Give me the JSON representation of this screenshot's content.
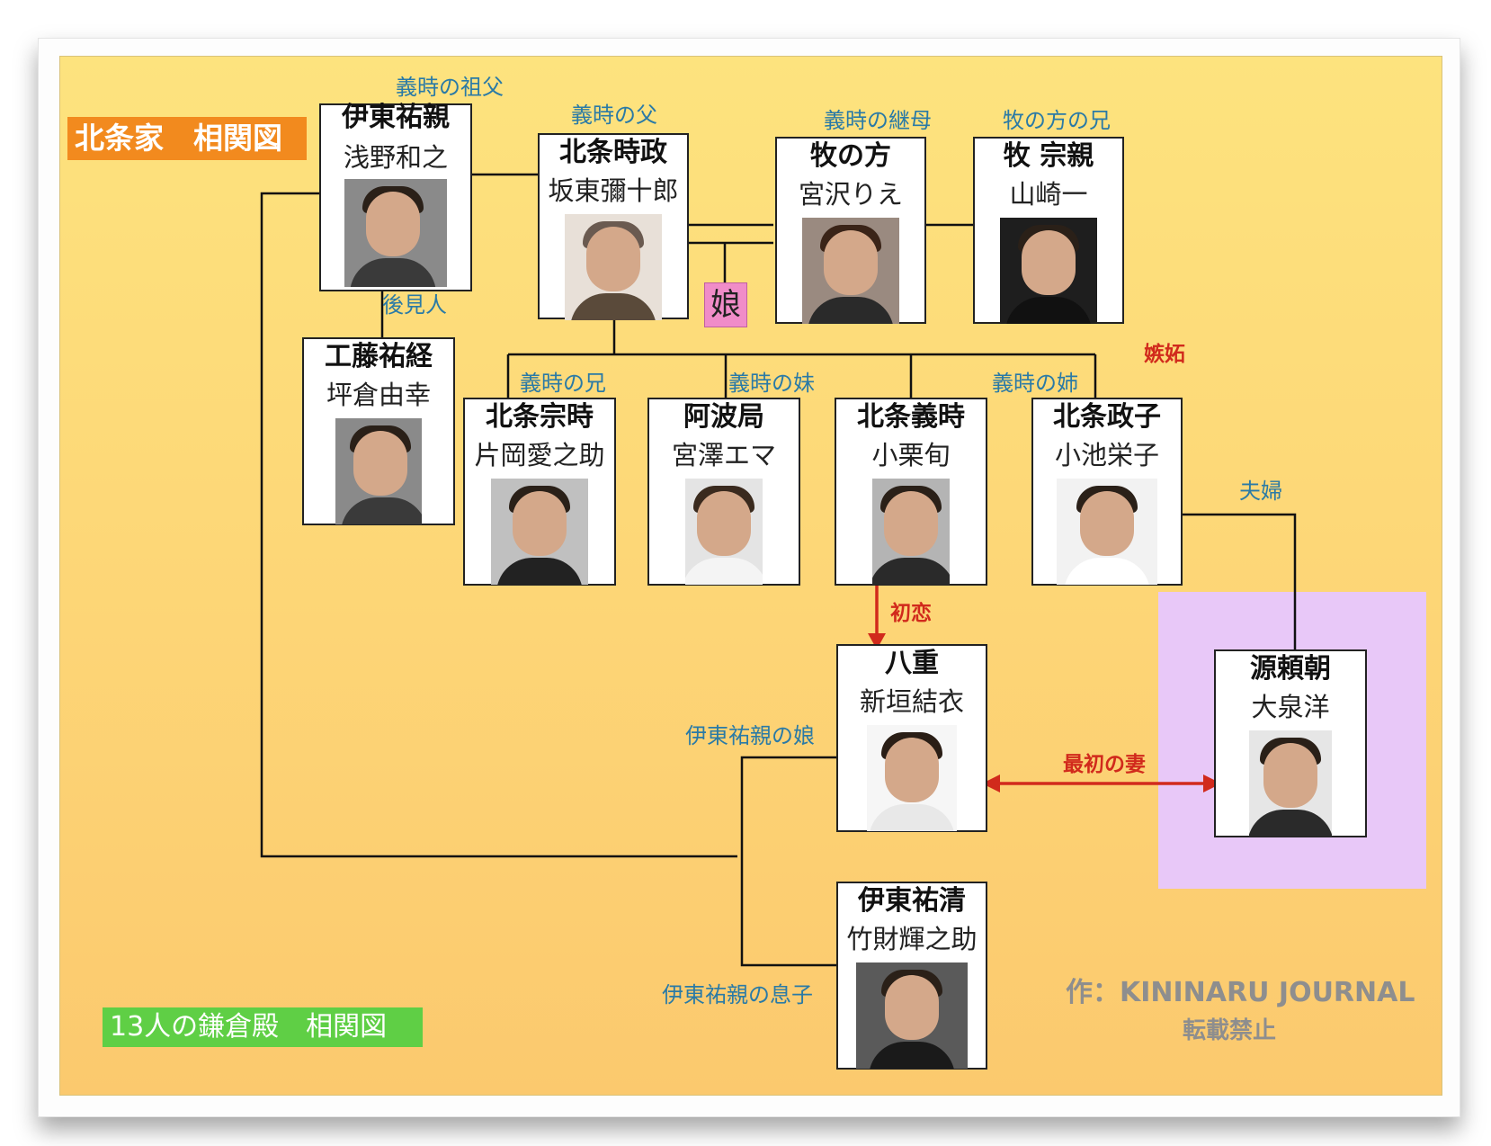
{
  "title": "北条家　相関図",
  "footer_label": "13人の鎌倉殿　相関図",
  "credit": "作：KININARU JOURNAL",
  "credit_note": "転載禁止",
  "daughter_label": "娘",
  "people": {
    "ito_suketika": {
      "role": "伊東祐親",
      "actor": "浅野和之"
    },
    "tokimasa": {
      "role": "北条時政",
      "actor": "坂東彌十郎"
    },
    "maki": {
      "role": "牧の方",
      "actor": "宮沢りえ"
    },
    "munechika": {
      "role": "牧 宗親",
      "actor": "山崎一"
    },
    "kudo": {
      "role": "工藤祐経",
      "actor": "坪倉由幸"
    },
    "munetoki": {
      "role": "北条宗時",
      "actor": "片岡愛之助"
    },
    "awa": {
      "role": "阿波局",
      "actor": "宮澤エマ"
    },
    "yoshitoki": {
      "role": "北条義時",
      "actor": "小栗旬"
    },
    "masako": {
      "role": "北条政子",
      "actor": "小池栄子"
    },
    "yae": {
      "role": "八重",
      "actor": "新垣結衣"
    },
    "yoritomo": {
      "role": "源頼朝",
      "actor": "大泉洋"
    },
    "sukekiyo": {
      "role": "伊東祐清",
      "actor": "竹財輝之助"
    }
  },
  "relations": {
    "grandfather": "義時の祖父",
    "father": "義時の父",
    "stepmother": "義時の継母",
    "maki_brother": "牧の方の兄",
    "guardian": "後見人",
    "elder_brother": "義時の兄",
    "younger_sister": "義時の妹",
    "elder_sister": "義時の姉",
    "jealousy": "嫉妬",
    "couple": "夫婦",
    "first_love": "初恋",
    "first_wife": "最初の妻",
    "ito_daughter": "伊東祐親の娘",
    "ito_son": "伊東祐親の息子"
  },
  "colors": {
    "title_bg": "#f28a1e",
    "footer_bg": "#5fcf45",
    "daughter_bg": "#f08cc8",
    "highlight_bg": "#e8c8f8",
    "relation_text": "#2a7aa6",
    "arrow_red": "#d12a1c"
  }
}
